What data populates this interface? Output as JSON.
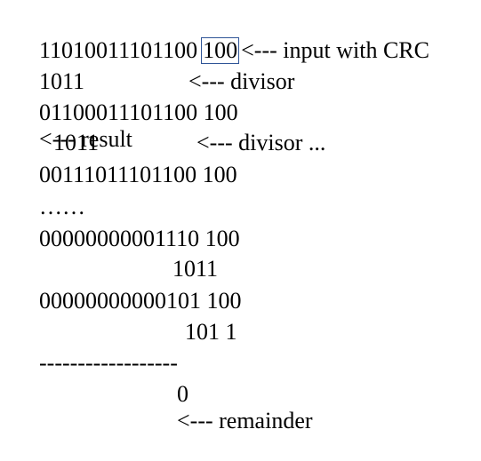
{
  "lines": {
    "l1": {
      "bits": "11010011101100",
      "crc": "100",
      "annotation": "<--- input with CRC"
    },
    "l2": {
      "value": "1011",
      "annotation": "<--- divisor"
    },
    "l3": {
      "value": "01100011101100 100",
      "annotation": "<--- result"
    },
    "l4": {
      "value": "1011",
      "annotation": "<--- divisor ..."
    },
    "l5": {
      "value": "00111011101100 100"
    },
    "l6": {
      "value": "……"
    },
    "l7": {
      "value": "00000000001110 100"
    },
    "l8": {
      "value": "1011"
    },
    "l9": {
      "value": "00000000000101 100"
    },
    "l10": {
      "value": "101 1"
    },
    "l11": {
      "value": "------------------"
    },
    "l12": {
      "value": "0",
      "annotation": "<--- remainder"
    }
  },
  "colors": {
    "text": "#000000",
    "crc_box_border": "#2f5597",
    "background": "#ffffff"
  }
}
